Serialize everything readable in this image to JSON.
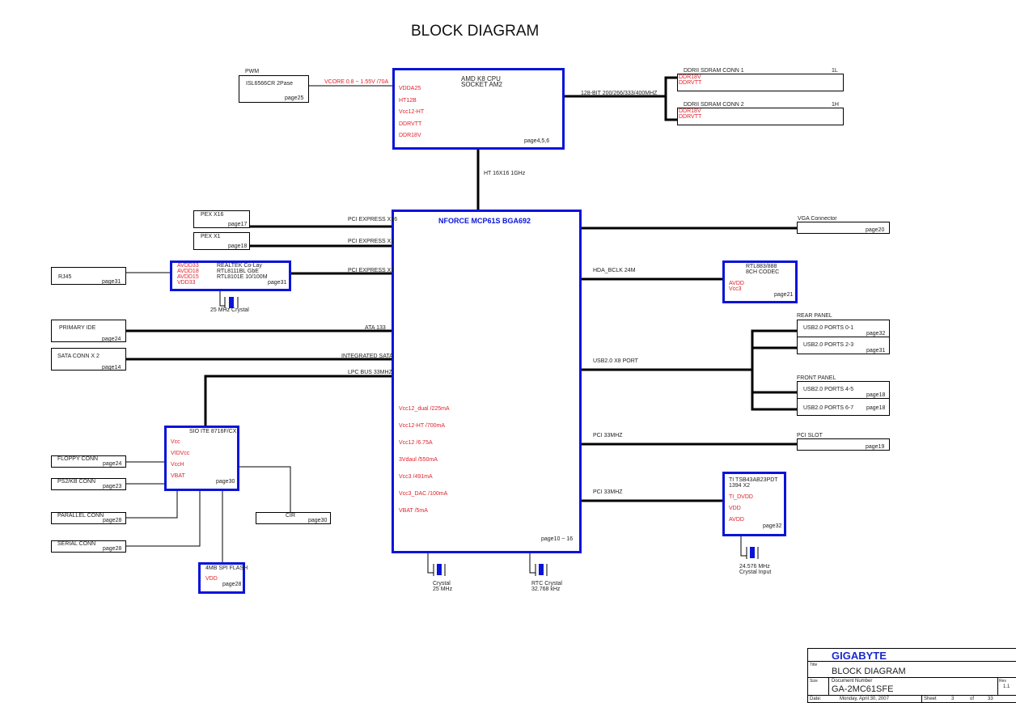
{
  "title": "BLOCK DIAGRAM",
  "colors": {
    "chip_border": "#0a14d8",
    "power_rail_text": "#e0202a",
    "brand": "#1a2ad0"
  },
  "pwm": {
    "header": "PWM",
    "part": "ISL6566CR 2Pase",
    "page": "page25",
    "link": "VCORE 0.8 ~ 1.55V /70A"
  },
  "cpu": {
    "name_line1": "AMD K8 CPU",
    "name_line2": "SOCKET AM2",
    "rails": [
      "VDDA25",
      "HT12B",
      "Vcc12-HT",
      "DDRVTT",
      "DDR18V"
    ],
    "page": "page4,5,6"
  },
  "ddr": {
    "bus": "128-BIT 200/266/333/400MHZ",
    "conns": [
      {
        "name": "DDRII SDRAM CONN 1",
        "tag": "1L",
        "rails": [
          "DDR18V",
          "DDRVTT"
        ]
      },
      {
        "name": "DDRII SDRAM CONN 2",
        "tag": "1H",
        "rails": [
          "DDR18V",
          "DDRVTT"
        ]
      }
    ]
  },
  "ht_link": "HT 16X16 1GHz",
  "mcp": {
    "name": "NFORCE MCP61S BGA692",
    "rails": [
      "Vcc12_dual /225mA",
      "Vcc12-HT /700mA",
      "Vcc12 /6.75A",
      "3Vdaul /550mA",
      "Vcc3 /491mA",
      "Vcc3_DAC /100mA",
      "VBAT /5mA"
    ],
    "page": "page10 ~ 16",
    "crystals": [
      {
        "line1": "Crystal",
        "line2": "25 MHz"
      },
      {
        "line1": "RTC Crystal",
        "line2": "32.768 kHz"
      }
    ]
  },
  "left": {
    "pex16": {
      "name": "PEX X16",
      "page": "page17",
      "link": "PCI EXPRESS X16"
    },
    "pex1": {
      "name": "PEX X1",
      "page": "page18",
      "link": "PCI EXPRESS X1"
    },
    "lan": {
      "rails": [
        "AVDD33",
        "AVDD18",
        "AVDD15",
        "VDD33"
      ],
      "lines": [
        "REALTEK Co-Lay",
        "RTL8111BL  GbE",
        "RTL8101E 10/100M"
      ],
      "page": "page31",
      "link": "PCI EXPRESS X1",
      "crystal": "25 MHz Crystal"
    },
    "rj45": {
      "name": "RJ45",
      "page": "page31"
    },
    "ide": {
      "name": "PRIMARY IDE",
      "page": "page24",
      "link": "ATA 133"
    },
    "sata": {
      "name": "SATA CONN X 2",
      "page": "page14",
      "link": "INTEGRATED SATA"
    },
    "lpc": "LPC BUS 33MHZ"
  },
  "sio": {
    "name": "SIO ITE 8716F/CX",
    "rails": [
      "Vcc",
      "VIDVcc",
      "VccH",
      "VBAT"
    ],
    "page": "page30",
    "conns": [
      {
        "name": "FLOPPY CONN",
        "page": "page24"
      },
      {
        "name": "PS2/KB CONN",
        "page": "page23"
      },
      {
        "name": "PARALLEL CONN",
        "page": "page28"
      },
      {
        "name": "SERIAL CONN",
        "page": "page28"
      }
    ],
    "cir": {
      "name": "CIR",
      "page": "page30"
    },
    "flash": {
      "name": "4MB SPI FLASH",
      "rail": "VDD",
      "page": "page28"
    }
  },
  "right": {
    "vga": {
      "name": "VGA Connector",
      "page": "page20"
    },
    "hda": {
      "link": "HDA_BCLK 24M",
      "line1": "RTL883/888",
      "line2": "8CH CODEC",
      "rails": [
        "AVDD",
        "Vcc3"
      ],
      "page": "page21"
    },
    "usb": {
      "link": "USB2.0 X8 PORT",
      "rear_label": "REAR PANEL",
      "front_label": "FRONT PANEL",
      "ports": [
        {
          "name": "USB2.0 PORTS 0-1",
          "page": "page32"
        },
        {
          "name": "USB2.0 PORTS 2-3",
          "page": "page31"
        },
        {
          "name": "USB2.0 PORTS 4-5",
          "page": "page18"
        },
        {
          "name": "USB2.0 PORTS 6-7",
          "page": "page18"
        }
      ]
    },
    "pci_slot": {
      "link": "PCI 33MHZ",
      "name": "PCI SLOT",
      "page": "page19"
    },
    "ieee1394": {
      "link": "PCI 33MHZ",
      "line1": "TI TSB43AB23PDT",
      "line2": "1394 X2",
      "rails": [
        "TI_DVDD",
        "VDD",
        "AVDD"
      ],
      "page": "page32",
      "crystal_line1": "24.576 MHz",
      "crystal_line2": "Crystal Input"
    }
  },
  "title_block": {
    "company": "GIGABYTE",
    "title_label": "Title",
    "title": "BLOCK DIAGRAM",
    "size_label": "Size",
    "doc_label": "Document Number",
    "doc_number": "GA-2MC61SFE",
    "rev_label": "Rev",
    "rev": "1.1",
    "date_label": "Date:",
    "date": "Monday, April 30, 2007",
    "sheet_label": "Sheet",
    "sheet": "3",
    "of_label": "of",
    "total": "33"
  }
}
